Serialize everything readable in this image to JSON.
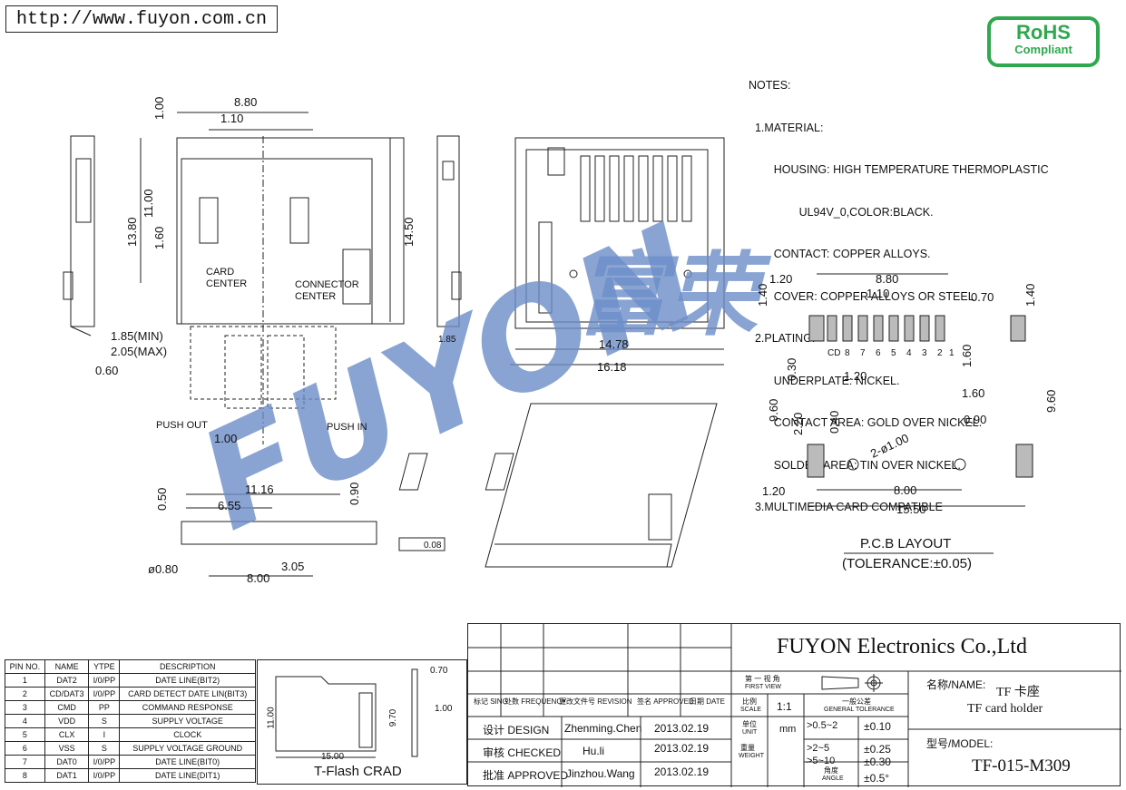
{
  "url": "http://www.fuyon.com.cn",
  "rohs": {
    "line1": "RoHS",
    "line2": "Compliant",
    "color": "#2fa84f"
  },
  "watermark": {
    "text": "FUYON",
    "cn": "富荣",
    "color": "#6c8ec9"
  },
  "notes": [
    "NOTES:",
    "  1.MATERIAL:",
    "        HOUSING: HIGH TEMPERATURE THERMOPLASTIC",
    "                UL94V_0,COLOR:BLACK.",
    "        CONTACT: COPPER ALLOYS.",
    "        COVER: COPPER ALLOYS OR STEEL.",
    "  2.PLATING:",
    "        UNDERPLATE: NICKEL.",
    "        CONTACT AREA: GOLD OVER NICKEL.",
    "        SOLDER AREA: TIN OVER NICKEL.",
    "  3.MULTIMEDIA CARD COMPATIBLE"
  ],
  "dims_top": {
    "d880": "8.80",
    "d110": "1.10",
    "d100": "1.00",
    "d1380": "13.80",
    "d1100": "11.00",
    "d160": "1.60",
    "d1450": "14.50",
    "card_center": "CARD",
    "card_center2": "CENTER",
    "conn_center": "CONNECTOR",
    "conn_center2": "CENTER",
    "d185min": "1.85(MIN)",
    "d205max": "2.05(MAX)",
    "d060": "0.60",
    "d185": "1.85",
    "push_out": "PUSH OUT",
    "push_in": "PUSH IN",
    "d1_00": "1.00"
  },
  "dims_front": {
    "d1478": "14.78",
    "d1618": "16.18"
  },
  "dims_side": {
    "d1116": "11.16",
    "d655": "6.55",
    "d050": "0.50",
    "d090": "0.90",
    "d080": "ø0.80",
    "d800": "8.00",
    "d305": "3.05",
    "flat": "0.08"
  },
  "pcb": {
    "d120a": "1.20",
    "d880": "8.80",
    "d140a": "1.40",
    "d110": "1.10",
    "d070": "0.70",
    "d140b": "1.40",
    "d160": "1.60",
    "d030": "0.30",
    "d120b": "1.20",
    "d960a": "9.60",
    "d160b": "1.60",
    "d960b": "9.60",
    "d090": "0.90",
    "d220": "2.20",
    "d040": "0.40",
    "holes": "2-ø1.00",
    "d800": "8.00",
    "d120c": "1.20",
    "d1550": "15.50",
    "pins": [
      "CD",
      "8",
      "7",
      "6",
      "5",
      "4",
      "3",
      "2",
      "1"
    ],
    "title": "P.C.B LAYOUT",
    "tol": "(TOLERANCE:±0.05)"
  },
  "pin_table": {
    "headers": [
      "PIN NO.",
      "NAME",
      "YTPE",
      "DESCRIPTION"
    ],
    "rows": [
      [
        "1",
        "DAT2",
        "I/0/PP",
        "DATE LINE(BIT2)"
      ],
      [
        "2",
        "CD/DAT3",
        "I/0/PP",
        "CARD DETECT DATE LIN(BIT3)"
      ],
      [
        "3",
        "CMD",
        "PP",
        "COMMAND RESPONSE"
      ],
      [
        "4",
        "VDD",
        "S",
        "SUPPLY VOLTAGE"
      ],
      [
        "5",
        "CLX",
        "I",
        "CLOCK"
      ],
      [
        "6",
        "VSS",
        "S",
        "SUPPLY VOLTAGE GROUND"
      ],
      [
        "7",
        "DAT0",
        "I/0/PP",
        "DATE LINE(BIT0)"
      ],
      [
        "8",
        "DAT1",
        "I/0/PP",
        "DATE LINE(DIT1)"
      ]
    ]
  },
  "tflash": {
    "label": "T-Flash  CRAD",
    "d1500": "15.00",
    "d1100": "11.00",
    "d970": "9.70",
    "d070": "0.70",
    "d100": "1.00"
  },
  "title_block": {
    "company": "FUYON Electronics Co.,Ltd",
    "rev_headers": [
      "标记\nSING",
      "处数\nFREQUENCY",
      "更改文件号\nREVISION",
      "签名\nAPPROVED",
      "日期\nDATE"
    ],
    "design_label": "设计 DESIGN",
    "design_name": "Zhenming.Chen",
    "design_date": "2013.02.19",
    "check_label": "审核 CHECKED",
    "check_name": "Hu.li",
    "check_date": "2013.02.19",
    "approve_label": "批准 APPROVED",
    "approve_name": "Jinzhou.Wang",
    "approve_date": "2013.02.19",
    "first_view": "第 一 视 角",
    "first_view_en": "FIRST VIEW",
    "scale_label": "比例",
    "scale_en": "SCALE",
    "scale": "1:1",
    "tol_label": "一般公差",
    "tol_en": "GENERAL TOLERANCE",
    "unit_label": "单位",
    "unit_en": "UNIT",
    "unit": "mm",
    "weight_label": "重量",
    "weight_en": "WEIGHT",
    "angle_label": "角度",
    "angle_en": "ANGLE",
    "tol_rows": [
      [
        ">0.5~2",
        "±0.10"
      ],
      [
        ">2~5",
        "±0.25"
      ],
      [
        ">5~10",
        "±0.30"
      ],
      [
        "",
        "±0.5°"
      ]
    ],
    "name_label": "名称/NAME:",
    "name_cn": "TF 卡座",
    "name_en": "TF card holder",
    "model_label": "型号/MODEL:",
    "model": "TF-015-M309"
  }
}
